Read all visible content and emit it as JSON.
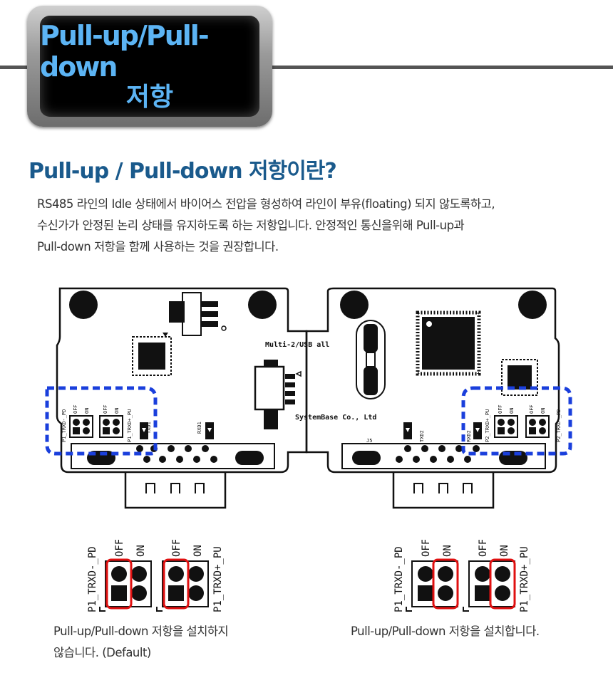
{
  "banner": {
    "line1": "Pull-up/Pull-down",
    "line2": "저항"
  },
  "section": {
    "heading": "Pull-up / Pull-down 저항이란?",
    "description": [
      "RS485 라인의 Idle 상태에서 바이어스 전압을 형성하여 라인이 부유(floating) 되지 않도록하고,",
      "수신가가 안정된 논리 상태를 유지하도록 하는 저항입니다. 안정적인 통신을위해 Pull-up과",
      "Pull-down 저항을 함께 사용하는 것을 권장합니다."
    ]
  },
  "board": {
    "model_label": "Multi-2/USB all",
    "maker_label": "SystemBase Co., Ltd",
    "rxd1": "RXD1",
    "txd1": "TXD1",
    "rxd2": "RXD2",
    "txd2": "TXD2",
    "j5": "J5",
    "left_header_pd": "P1_TRXD-_PD",
    "left_header_pu": "P1_TRXD+_PU",
    "right_header_pu": "P2_TRXD+_PU",
    "right_header_pd": "P2_TRXD-_PD",
    "off": "OFF",
    "on": "ON"
  },
  "details": [
    {
      "label_pd": "P1_TRXD-_PD",
      "label_pu": "P1_TRXD+_PU",
      "off": "OFF",
      "on": "ON",
      "selected": "OFF",
      "caption_line1": "Pull-up/Pull-down 저항을 설치하지",
      "caption_line2": "않습니다. (Default)"
    },
    {
      "label_pd": "P1_TRXD-_PD",
      "label_pu": "P1_TRXD+_PU",
      "off": "OFF",
      "on": "ON",
      "selected": "ON",
      "caption_line1": "Pull-up/Pull-down 저항을 설치합니다."
    }
  ],
  "colors": {
    "banner_text": "#5cb4f4",
    "heading": "#1a5a8c",
    "highlight_dashed": "#1a3fdc",
    "highlight_box": "#e01010"
  }
}
